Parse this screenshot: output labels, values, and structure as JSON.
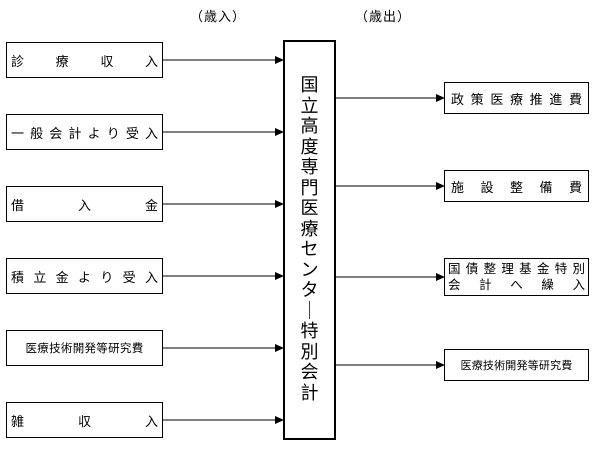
{
  "headers": {
    "revenue": "（歳入）",
    "expenditure": "（歳出）"
  },
  "revenue_items": [
    {
      "label": "診療収入",
      "chars": [
        "診",
        "療",
        "収",
        "入"
      ]
    },
    {
      "label": "一般会計より受入",
      "chars": [
        "一",
        "般",
        "会",
        "計",
        "よ",
        "り",
        "受",
        "入"
      ]
    },
    {
      "label": "借入金",
      "chars": [
        "借",
        "入",
        "金"
      ]
    },
    {
      "label": "積立金より受入",
      "chars": [
        "積",
        "立",
        "金",
        "よ",
        "り",
        "受",
        "入"
      ]
    },
    {
      "label": "医療技術開発等研究費"
    },
    {
      "label": "雑収入",
      "chars": [
        "雑",
        "収",
        "入"
      ]
    }
  ],
  "center": {
    "label": "国立高度専門医療センター特別会計",
    "chars": [
      "国",
      "立",
      "高",
      "度",
      "専",
      "門",
      "医",
      "療",
      "セ",
      "ン",
      "タ",
      "ー",
      "特",
      "別",
      "会",
      "計"
    ]
  },
  "expenditure_items": [
    {
      "label": "政策医療推進費",
      "chars": [
        "政",
        "策",
        "医",
        "療",
        "推",
        "進",
        "費"
      ]
    },
    {
      "label": "施設整備費",
      "chars": [
        "施",
        "設",
        "整",
        "備",
        "費"
      ]
    },
    {
      "label": "国債整理基金特別会計へ繰入",
      "line1": [
        "国",
        "債",
        "整",
        "理",
        "基",
        "金",
        "特",
        "別"
      ],
      "line2": [
        "会",
        "計",
        "へ",
        "繰",
        "入"
      ]
    },
    {
      "label": "医療技術開発等研究費"
    }
  ]
}
